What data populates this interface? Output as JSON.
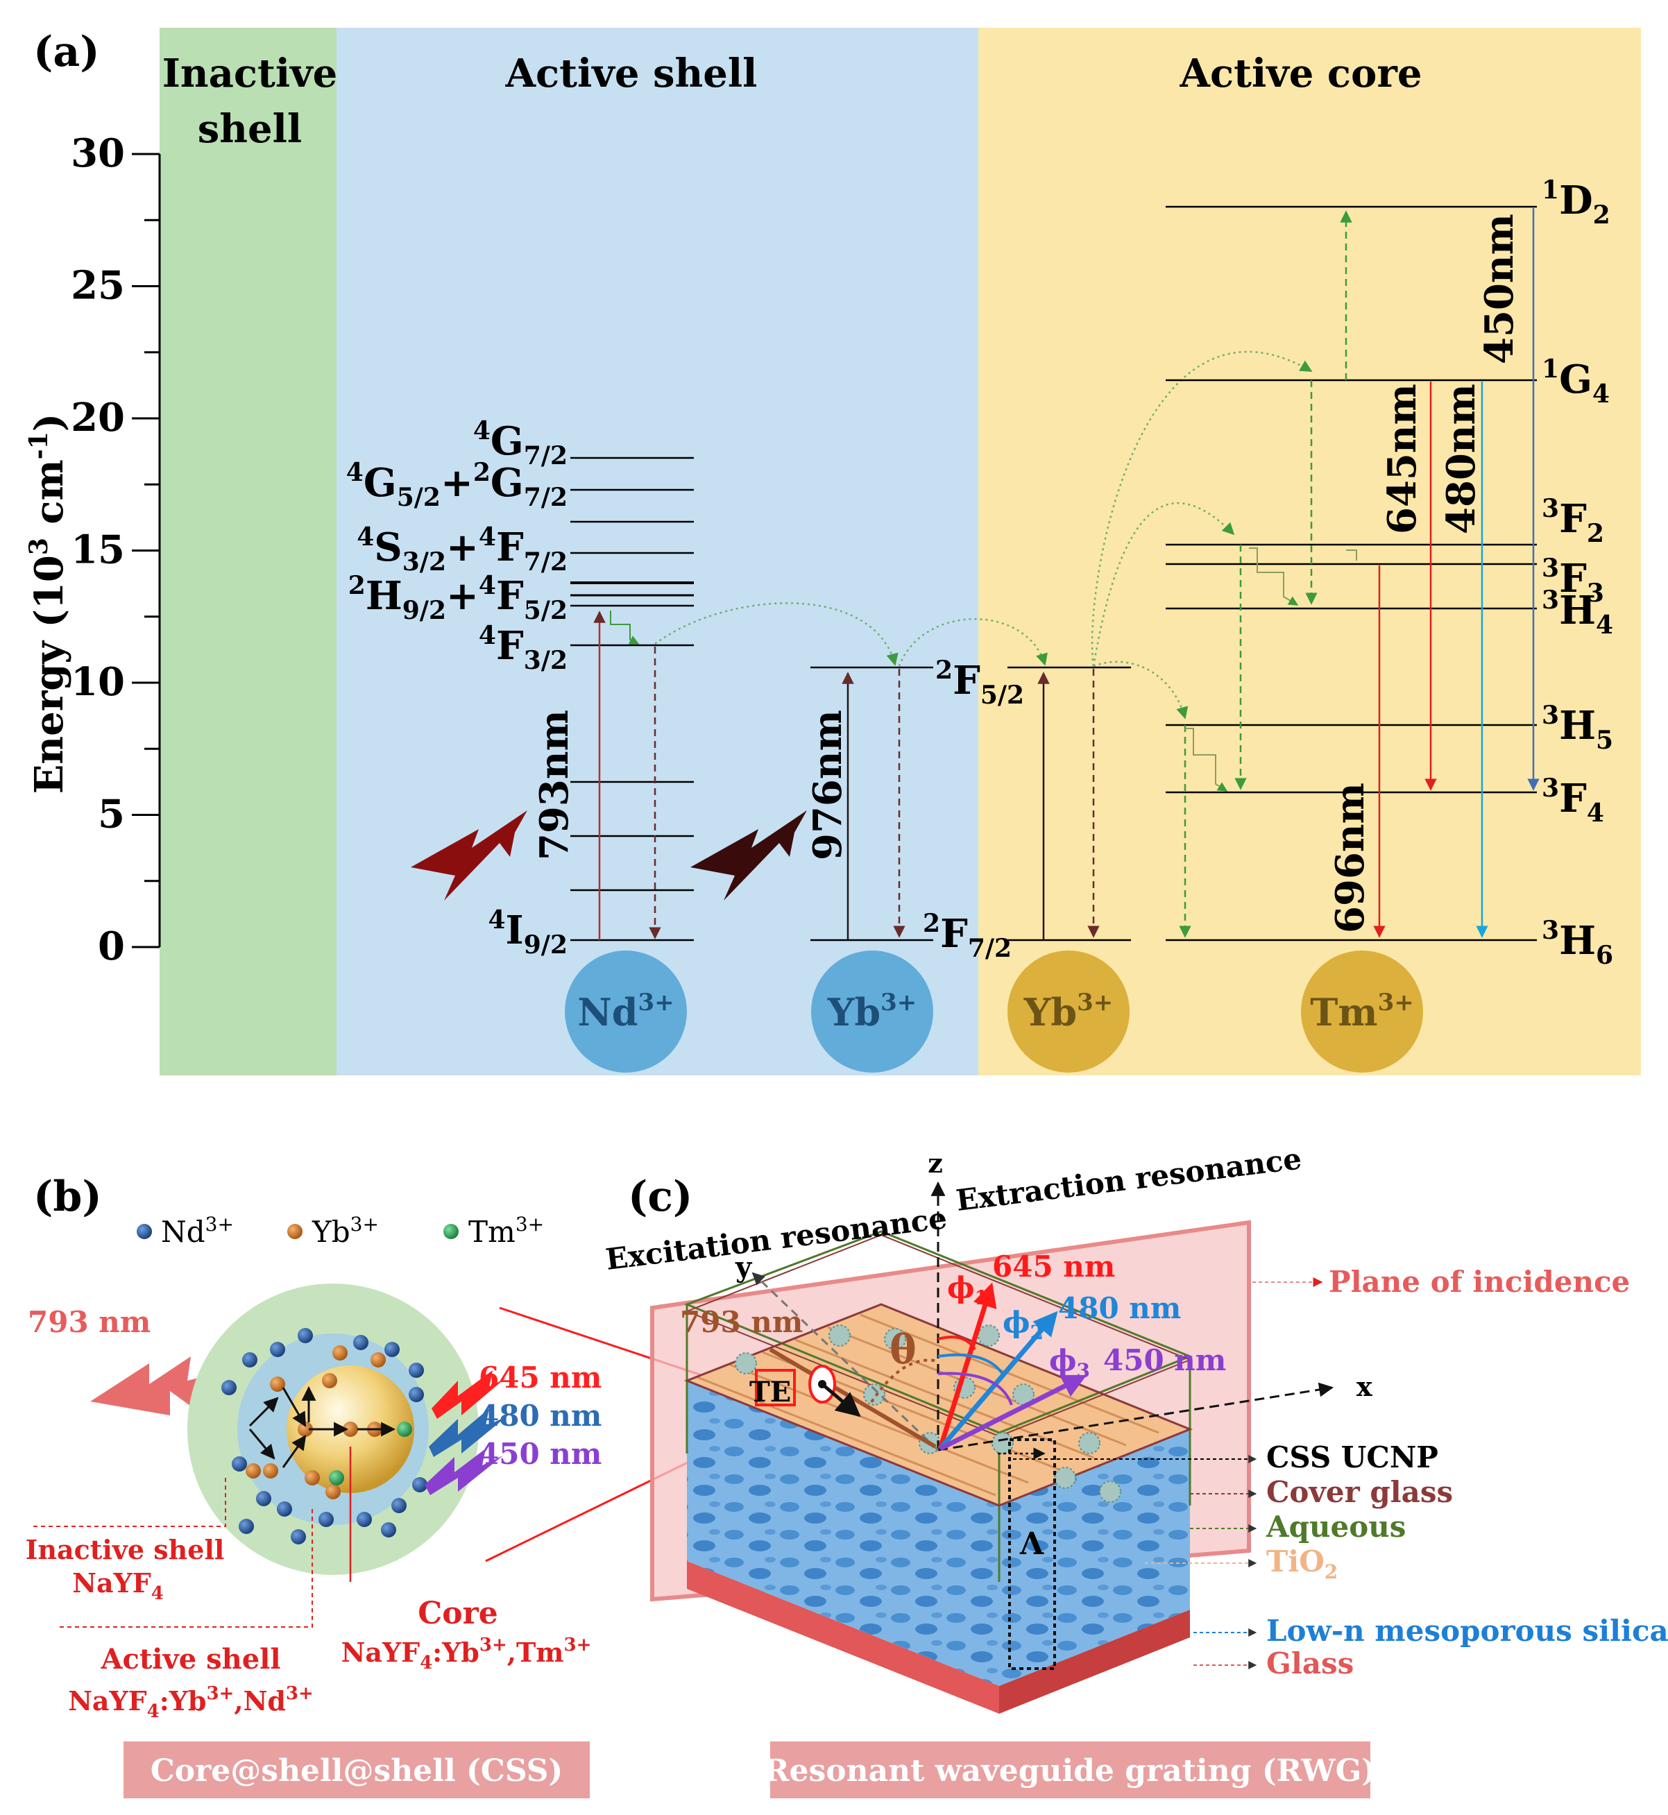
{
  "panel_a": {
    "label": "(a)",
    "regions": {
      "inactive_shell": {
        "line1": "Inactive",
        "line2": "shell",
        "color": "#b9dfb3"
      },
      "active_shell": {
        "title": "Active shell",
        "color": "#c6e0f2"
      },
      "active_core": {
        "title": "Active core",
        "color": "#fbe7a9"
      }
    },
    "y_axis": {
      "label": "Energy (10",
      "label_sup": "3",
      "label_mid": " cm",
      "label_sup2": "-1",
      "label_end": ")",
      "ticks": [
        "0",
        "5",
        "10",
        "15",
        "20",
        "25",
        "30"
      ],
      "range": [
        0,
        30
      ]
    },
    "ions": [
      "Nd",
      "Yb",
      "Yb",
      "Tm"
    ],
    "ion_sup": "3+",
    "nd_levels": {
      "G72": {
        "main": "4",
        "sym": "G",
        "sub": "7/2"
      },
      "G52": {
        "main": "4",
        "sym": "G",
        "sub": "5/2",
        "plus_main": "2",
        "plus_sym": "G",
        "plus_sub": "7/2"
      },
      "S32": {
        "main": "4",
        "sym": "S",
        "sub": "3/2",
        "plus_main": "4",
        "plus_sym": "F",
        "plus_sub": "7/2"
      },
      "H92": {
        "main": "2",
        "sym": "H",
        "sub": "9/2",
        "plus_main": "4",
        "plus_sym": "F",
        "plus_sub": "5/2"
      },
      "F32": {
        "main": "4",
        "sym": "F",
        "sub": "3/2"
      },
      "I92": {
        "main": "4",
        "sym": "I",
        "sub": "9/2"
      }
    },
    "yb_levels": {
      "F52": {
        "main": "2",
        "sym": "F",
        "sub": "5/2"
      },
      "F72": {
        "main": "2",
        "sym": "F",
        "sub": "7/2"
      }
    },
    "tm_levels": [
      {
        "main": "1",
        "sym": "D",
        "sub": "2",
        "energy": 28
      },
      {
        "main": "1",
        "sym": "G",
        "sub": "4",
        "energy": 21.4
      },
      {
        "main": "3",
        "sym": "F",
        "sub": "2",
        "energy": 15.3
      },
      {
        "main": "3",
        "sym": "F",
        "sub": "3",
        "energy": 14.6
      },
      {
        "main": "3",
        "sym": "H",
        "sub": "4",
        "energy": 12.9
      },
      {
        "main": "3",
        "sym": "H",
        "sub": "5",
        "energy": 8.4
      },
      {
        "main": "3",
        "sym": "F",
        "sub": "4",
        "energy": 5.9
      },
      {
        "main": "3",
        "sym": "H",
        "sub": "6",
        "energy": 0.3
      }
    ],
    "wavelengths": {
      "nd_excitation": "793nm",
      "yb_excitation": "976nm",
      "e450": "450nm",
      "e645": "645nm",
      "e480": "480nm",
      "e696": "696nm"
    },
    "colors": {
      "nd_circle": "#62acd9",
      "yb_core_circle": "#dcb03c",
      "ion_text": "#1d4f78",
      "ion_text_core": "#6b5416"
    }
  },
  "panel_b": {
    "label": "(b)",
    "legend": [
      {
        "ion": "Nd",
        "sup": "3+",
        "color": "#1f4e91"
      },
      {
        "ion": "Yb",
        "sup": "3+",
        "color": "#d0731f"
      },
      {
        "ion": "Tm",
        "sup": "3+",
        "color": "#2aa259"
      }
    ],
    "excitation": "793 nm",
    "emissions": [
      {
        "label": "645 nm",
        "color": "#ff2020"
      },
      {
        "label": "480 nm",
        "color": "#2c6cb4"
      },
      {
        "label": "450 nm",
        "color": "#8a3fd1"
      }
    ],
    "inactive_shell": {
      "title": "Inactive shell",
      "formula": "NaYF",
      "formula_sub": "4"
    },
    "active_shell": {
      "title": "Active shell",
      "formula": "NaYF",
      "formula_sub": "4",
      "formula_rest": ":Yb",
      "formula_sup": "3+",
      "formula_rest2": ",Nd",
      "formula_sup2": "3+"
    },
    "core": {
      "title": "Core",
      "formula": "NaYF",
      "formula_sub": "4",
      "formula_rest": ":Yb",
      "formula_sup": "3+",
      "formula_rest2": ",Tm",
      "formula_sup2": "3+"
    },
    "banner": "Core@shell@shell (CSS)"
  },
  "panel_c": {
    "label": "(c)",
    "axis_z": "z",
    "axis_y": "y",
    "axis_x": "x",
    "excitation_resonance": "Excitation resonance",
    "extraction_resonance": "Extraction resonance",
    "plane_of_incidence": "Plane of incidence",
    "incident": "793 nm",
    "polarization": "TE",
    "theta": "θ",
    "emissions": [
      {
        "phi": "ϕ",
        "phi_sub": "1",
        "label": "645 nm",
        "color": "#ff1a1a"
      },
      {
        "phi": "ϕ",
        "phi_sub": "2",
        "label": "480 nm",
        "color": "#1f86d8"
      },
      {
        "phi": "ϕ",
        "phi_sub": "3",
        "label": "450 nm",
        "color": "#8a3fd1"
      }
    ],
    "layers": [
      {
        "label": "CSS UCNP",
        "color": "#000000"
      },
      {
        "label": "Cover glass",
        "color": "#8b3a3a"
      },
      {
        "label": "Aqueous",
        "color": "#4f7a2a"
      },
      {
        "label": "TiO",
        "sub": "2",
        "color": "#f2b486"
      },
      {
        "label": "Low-n mesoporous silica",
        "color": "#1e7fd6"
      },
      {
        "label": "Glass",
        "color": "#e25757"
      }
    ],
    "period": "Λ",
    "banner": "Resonant waveguide grating (RWG)"
  }
}
